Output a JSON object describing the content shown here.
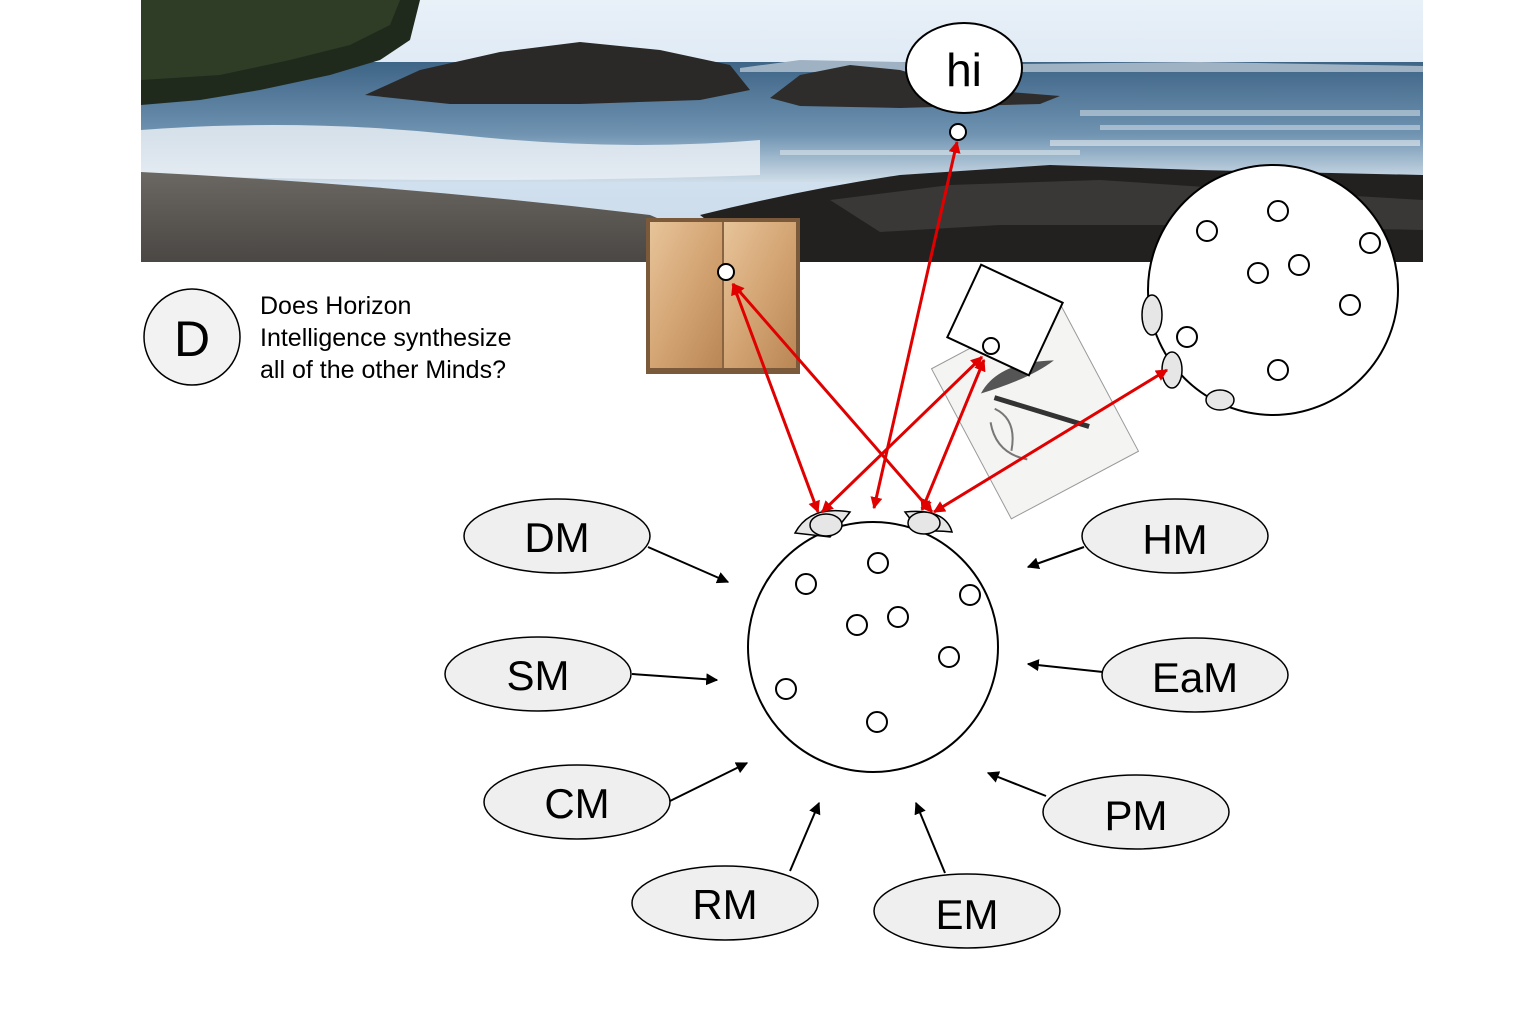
{
  "speech_bubble": {
    "text": "hi"
  },
  "question": {
    "letter": "D",
    "lines": [
      "Does Horizon",
      "Intelligence synthesize",
      "all of the other Minds?"
    ]
  },
  "minds": {
    "DM": "DM",
    "SM": "SM",
    "CM": "CM",
    "RM": "RM",
    "EM": "EM",
    "PM": "PM",
    "EaM": "EaM",
    "HM": "HM"
  },
  "colors": {
    "arrow_red": "#e00000",
    "ellipse_fill": "#efefef",
    "sky": "#cfe0ef",
    "sea": "#4e7393",
    "rock": "#2b2b2b",
    "beach": "#5a5754",
    "book": "#d6a877"
  },
  "icons": {
    "beach_photo": "beach-scene-image",
    "book": "open-book-icon",
    "drawing": "hand-drawing-image",
    "speech": "speech-bubble-icon"
  }
}
